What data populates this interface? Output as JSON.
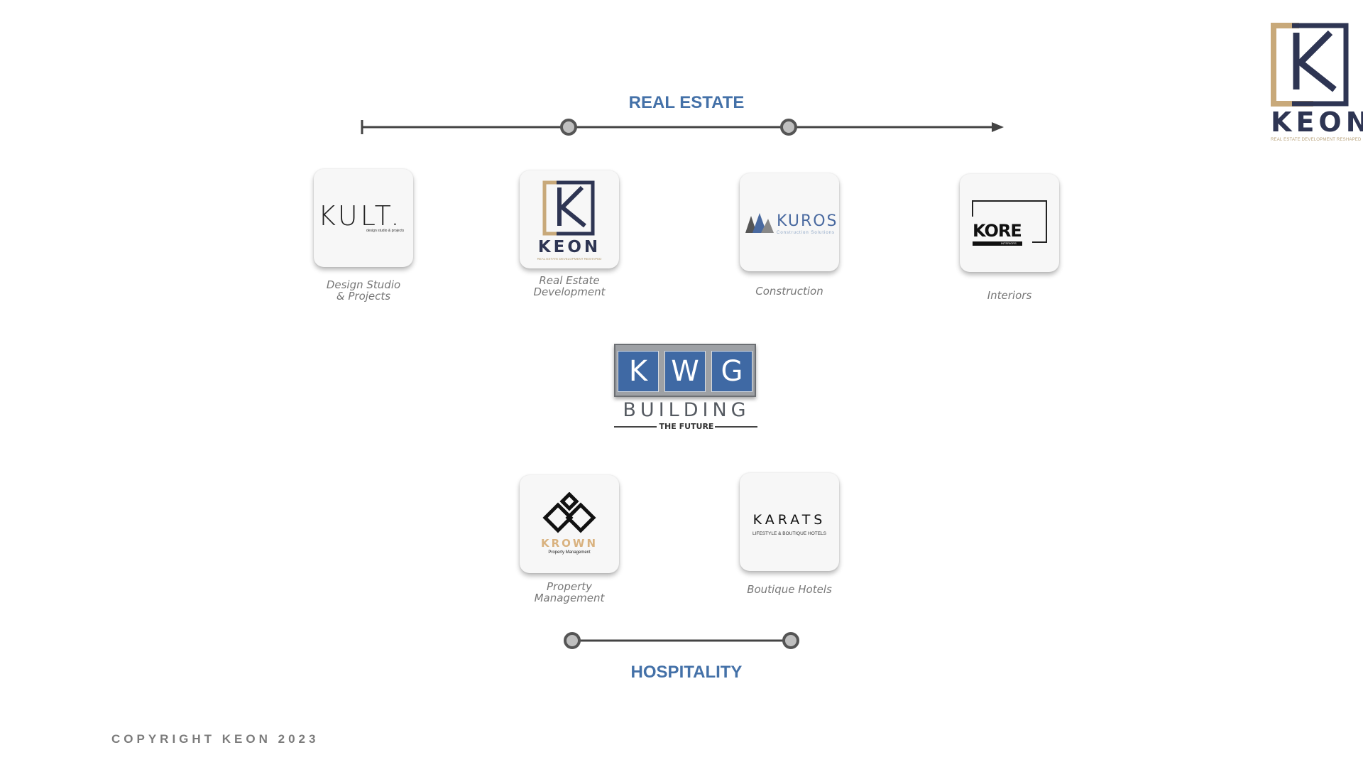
{
  "corner_logo": {
    "word": "KEON",
    "tagline": "REAL ESTATE DEVELOPMENT RESHAPED"
  },
  "headings": {
    "real_estate": "REAL ESTATE",
    "hospitality": "HOSPITALITY"
  },
  "real_estate_cards": [
    {
      "logo_word": "KULT.",
      "logo_sub": "design studio & projects",
      "caption_line1": "Design Studio",
      "caption_line2": "& Projects"
    },
    {
      "logo_word": "KEON",
      "logo_sub": "REAL ESTATE DEVELOPMENT RESHAPED",
      "caption_line1": "Real Estate",
      "caption_line2": "Development"
    },
    {
      "logo_word": "KUROS",
      "logo_sub": "Construction Solutions",
      "caption_line1": "Construction",
      "caption_line2": ""
    },
    {
      "logo_word": "KORE",
      "logo_sub": "INTERIORS",
      "caption_line1": "Interiors",
      "caption_line2": ""
    }
  ],
  "center_logo": {
    "letters": [
      "K",
      "W",
      "G"
    ],
    "line1": "BUILDING",
    "line2": "THE FUTURE"
  },
  "hospitality_cards": [
    {
      "logo_word": "KROWN",
      "logo_sub": "Property Management",
      "caption_line1": "Property",
      "caption_line2": "Management"
    },
    {
      "logo_word": "KARATS",
      "logo_sub": "LIFESTYLE & BOUTIQUE HOTELS",
      "caption_line1": "Boutique Hotels",
      "caption_line2": ""
    }
  ],
  "footer": {
    "copyright": "COPYRIGHT KEON 2023"
  },
  "colors": {
    "heading_blue": "#4471a8",
    "navy": "#2e3553",
    "gold": "#b8a27a",
    "kwg_blue": "#3f69a4",
    "timeline": "#444444"
  }
}
